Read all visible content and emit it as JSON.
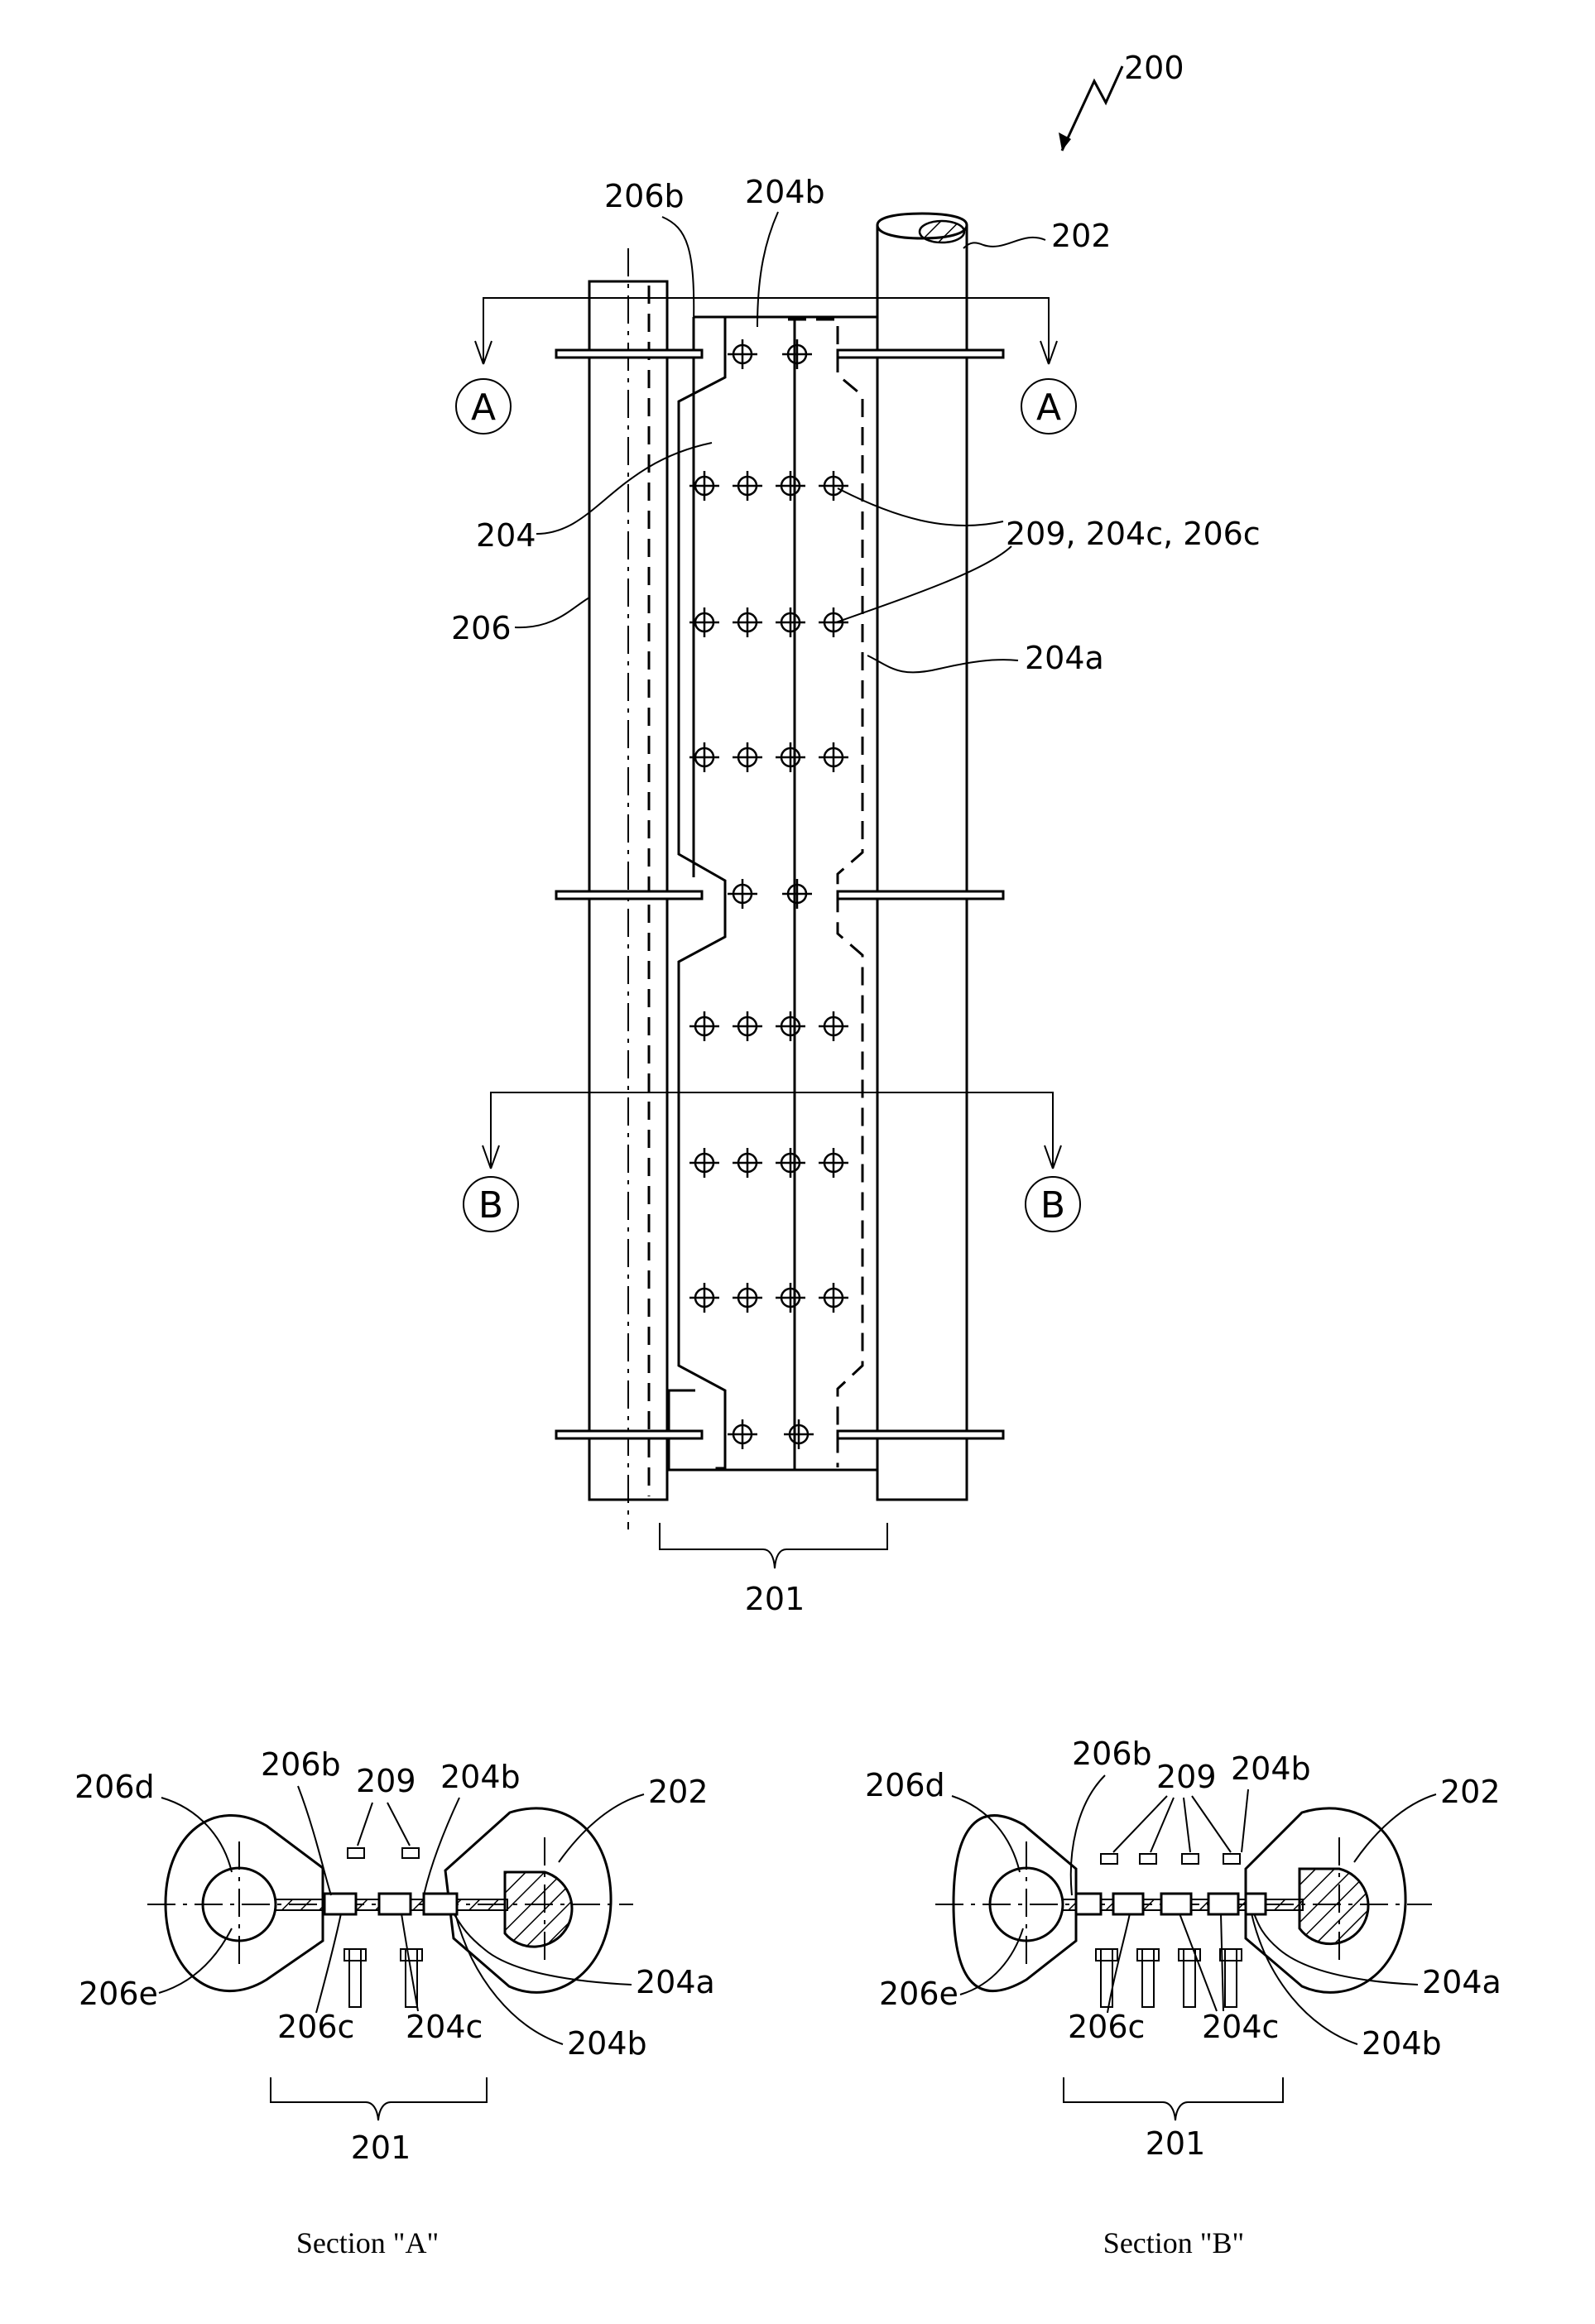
{
  "figure": {
    "ref_main": "200",
    "labels": {
      "l206b": "206b",
      "l204b": "204b",
      "l202": "202",
      "l204": "204",
      "l206": "206",
      "l204a": "204a",
      "l209": "209, 204c, 206c",
      "l201": "201"
    },
    "section_marks": {
      "a": "A",
      "b": "B"
    }
  },
  "section_a": {
    "caption": "Section \"A\"",
    "labels": {
      "l206d": "206d",
      "l206b": "206b",
      "l209": "209",
      "l204b_top": "204b",
      "l202": "202",
      "l206e": "206e",
      "l206c": "206c",
      "l204c": "204c",
      "l204a": "204a",
      "l204b_bot": "204b",
      "l201": "201"
    }
  },
  "section_b": {
    "caption": "Section \"B\"",
    "labels": {
      "l206d": "206d",
      "l206b": "206b",
      "l209": "209",
      "l204b_top": "204b",
      "l202": "202",
      "l206e": "206e",
      "l206c": "206c",
      "l204c": "204c",
      "l204a": "204a",
      "l204b_bot": "204b",
      "l201": "201"
    }
  }
}
